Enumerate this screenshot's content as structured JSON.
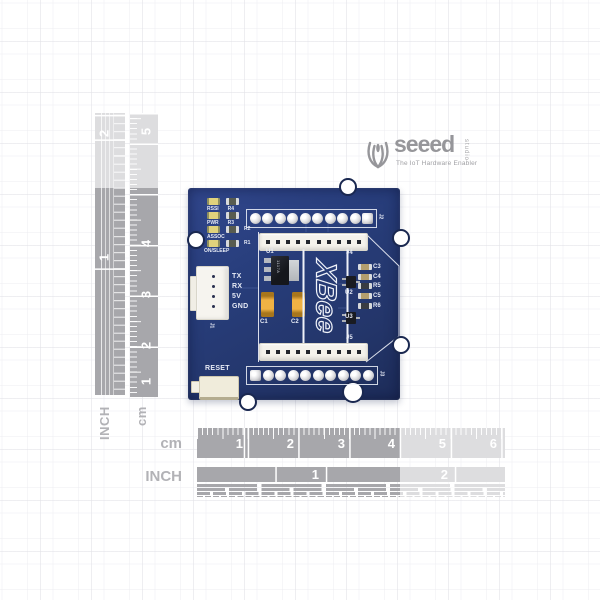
{
  "logo": {
    "brand": "seeed",
    "studio": "studio",
    "tagline": "The IoT Hardware Enabler"
  },
  "rulers": {
    "left_inch": {
      "label": "INCH",
      "numbers": [
        "2",
        "1"
      ]
    },
    "left_cm": {
      "label": "cm",
      "numbers": [
        "5",
        "4",
        "3",
        "2",
        "1"
      ]
    },
    "bottom_cm": {
      "label": "cm",
      "numbers": [
        "1",
        "2",
        "3",
        "4",
        "5",
        "6"
      ]
    },
    "bottom_inch": {
      "label": "INCH",
      "numbers": [
        "1",
        "2"
      ]
    }
  },
  "board": {
    "silkscreen_logo": "XBee",
    "leds": [
      {
        "label": "RSSI",
        "res": "R4"
      },
      {
        "label": "PWR",
        "res": "R3"
      },
      {
        "label": "ASSOC",
        "res": "R2"
      },
      {
        "label": "ON/SLEEP",
        "res": "R1"
      }
    ],
    "serial_pins": [
      "TX",
      "RX",
      "5V",
      "GND"
    ],
    "right_parts": [
      "C3",
      "C4",
      "R5",
      "C5",
      "R6"
    ],
    "refs": {
      "u1": "U1",
      "u2": "U2",
      "u3": "U3",
      "c1": "C1",
      "c2": "C2",
      "j1": "J1",
      "j2": "J2",
      "j3": "J3",
      "j4": "J4",
      "j5": "J5"
    },
    "reset_label": "RESET",
    "u1_marking": "1117A"
  },
  "colors": {
    "pcb_blue": "#263c78",
    "silkscreen_white": "#eef1f8",
    "ruler_dark": "#a7a7ab",
    "ruler_light": "#e2e2e5",
    "logo_gray": "#96969a",
    "cap_yellow": "#eaa62c",
    "led_yellow": "#ddcf7e"
  }
}
